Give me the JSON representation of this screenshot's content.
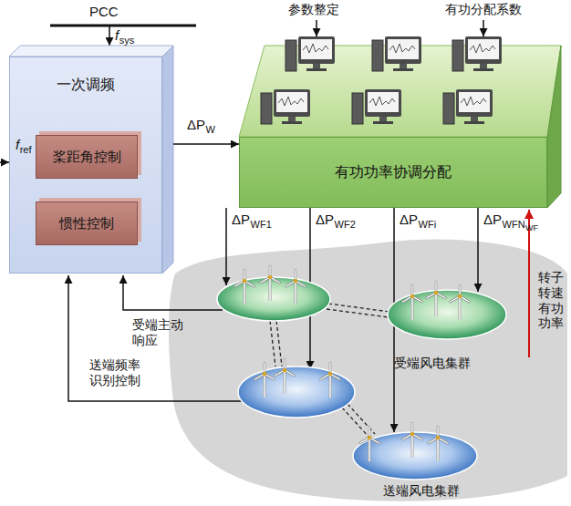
{
  "diagram": {
    "nodes": [
      {
        "text": [
          "一次调频"
        ]
      },
      {
        "text": [
          "桨距角控制"
        ],
        "in": 0
      },
      {
        "text": [
          "惯性控制"
        ],
        "in": 0
      },
      {
        "text": [
          "有功功率协调分配"
        ]
      }
    ],
    "edges": [
      {
        "from": 0,
        "to": 3,
        "arrow": "to"
      }
    ],
    "labels": [
      "PCC",
      "f",
      "sys",
      "f",
      "ref",
      "参数整定",
      "有功分配系数",
      "ΔP",
      "W",
      "ΔP",
      "WF1",
      "ΔP",
      "WF2",
      "ΔP",
      "WFi",
      "ΔP",
      "WFN",
      "WF",
      "受端主动 响应",
      "送端频率 识别控制",
      "受端风电集群",
      "送端风电集群",
      "转子 转速 有功 功率"
    ]
  }
}
